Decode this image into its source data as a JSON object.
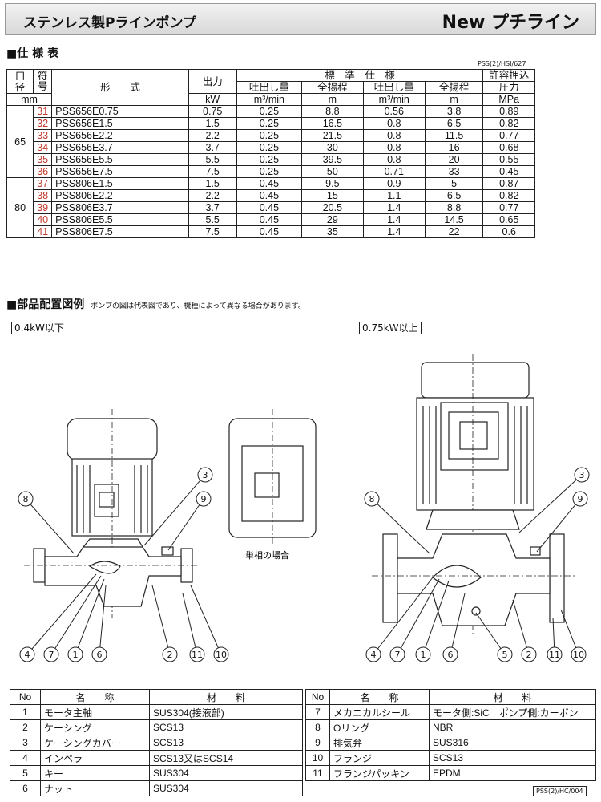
{
  "header": {
    "left": "ステンレス製Pラインポンプ",
    "right": "New プチライン"
  },
  "spec": {
    "title": "■仕 様 表",
    "code": "PSS(2)/HSI/627",
    "h_bore": "口径",
    "h_sym": "符号",
    "h_model": "形　　式",
    "h_output": "出力",
    "h_std": "標　準　仕　様",
    "h_allow": "許容押込",
    "h_flow1": "吐出し量",
    "h_head1": "全揚程",
    "h_flow2": "吐出し量",
    "h_head2": "全揚程",
    "h_press": "圧力",
    "u_mm": "mm",
    "u_kw": "kW",
    "u_flow1": "m³/min",
    "u_m1": "m",
    "u_flow2": "m³/min",
    "u_m2": "m",
    "u_mpa": "MPa",
    "groups": [
      {
        "bore": "65",
        "rows": [
          {
            "no": "31",
            "model": "PSS656E0.75",
            "kw": "0.75",
            "q1": "0.25",
            "h1": "8.8",
            "q2": "0.56",
            "h2": "3.8",
            "p": "0.89"
          },
          {
            "no": "32",
            "model": "PSS656E1.5",
            "kw": "1.5",
            "q1": "0.25",
            "h1": "16.5",
            "q2": "0.8",
            "h2": "6.5",
            "p": "0.82"
          },
          {
            "no": "33",
            "model": "PSS656E2.2",
            "kw": "2.2",
            "q1": "0.25",
            "h1": "21.5",
            "q2": "0.8",
            "h2": "11.5",
            "p": "0.77"
          },
          {
            "no": "34",
            "model": "PSS656E3.7",
            "kw": "3.7",
            "q1": "0.25",
            "h1": "30",
            "q2": "0.8",
            "h2": "16",
            "p": "0.68"
          },
          {
            "no": "35",
            "model": "PSS656E5.5",
            "kw": "5.5",
            "q1": "0.25",
            "h1": "39.5",
            "q2": "0.8",
            "h2": "20",
            "p": "0.55"
          },
          {
            "no": "36",
            "model": "PSS656E7.5",
            "kw": "7.5",
            "q1": "0.25",
            "h1": "50",
            "q2": "0.71",
            "h2": "33",
            "p": "0.45"
          }
        ]
      },
      {
        "bore": "80",
        "rows": [
          {
            "no": "37",
            "model": "PSS806E1.5",
            "kw": "1.5",
            "q1": "0.45",
            "h1": "9.5",
            "q2": "0.9",
            "h2": "5",
            "p": "0.87"
          },
          {
            "no": "38",
            "model": "PSS806E2.2",
            "kw": "2.2",
            "q1": "0.45",
            "h1": "15",
            "q2": "1.1",
            "h2": "6.5",
            "p": "0.82"
          },
          {
            "no": "39",
            "model": "PSS806E3.7",
            "kw": "3.7",
            "q1": "0.45",
            "h1": "20.5",
            "q2": "1.4",
            "h2": "8.8",
            "p": "0.77"
          },
          {
            "no": "40",
            "model": "PSS806E5.5",
            "kw": "5.5",
            "q1": "0.45",
            "h1": "29",
            "q2": "1.4",
            "h2": "14.5",
            "p": "0.65"
          },
          {
            "no": "41",
            "model": "PSS806E7.5",
            "kw": "7.5",
            "q1": "0.45",
            "h1": "35",
            "q2": "1.4",
            "h2": "22",
            "p": "0.6"
          }
        ]
      }
    ]
  },
  "layout_sec": {
    "title": "■部品配置図例",
    "note": "ポンプの図は代表図であり、機種によって異なる場合があります。",
    "left_label": "0.4kW以下",
    "right_label": "0.75kW以上",
    "single_phase": "単相の場合"
  },
  "parts": {
    "h_no": "No",
    "h_name": "名　　称",
    "h_mat": "材　　料",
    "left": [
      {
        "no": "1",
        "name": "モータ主軸",
        "mat": "SUS304(接液部)"
      },
      {
        "no": "2",
        "name": "ケーシング",
        "mat": "SCS13"
      },
      {
        "no": "3",
        "name": "ケーシングカバー",
        "mat": "SCS13"
      },
      {
        "no": "4",
        "name": "インペラ",
        "mat": "SCS13又はSCS14"
      },
      {
        "no": "5",
        "name": "キー",
        "mat": "SUS304"
      },
      {
        "no": "6",
        "name": "ナット",
        "mat": "SUS304"
      }
    ],
    "right": [
      {
        "no": "7",
        "name": "メカニカルシール",
        "mat": "モータ側:SiC　ポンプ側:カーボン"
      },
      {
        "no": "8",
        "name": "Oリング",
        "mat": "NBR"
      },
      {
        "no": "9",
        "name": "排気弁",
        "mat": "SUS316"
      },
      {
        "no": "10",
        "name": "フランジ",
        "mat": "SCS13"
      },
      {
        "no": "11",
        "name": "フランジパッキン",
        "mat": "EPDM"
      }
    ],
    "code": "PSS(2)/HC/004"
  },
  "callouts": {
    "left": [
      "3",
      "8",
      "9",
      "4",
      "7",
      "1",
      "6",
      "2",
      "11",
      "10"
    ],
    "right": [
      "3",
      "8",
      "9",
      "4",
      "7",
      "1",
      "6",
      "5",
      "2",
      "11",
      "10"
    ]
  }
}
